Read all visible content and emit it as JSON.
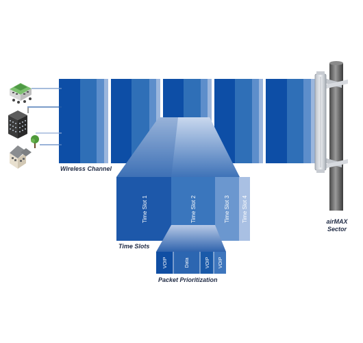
{
  "labels": {
    "wireless_channel": "Wireless Channel",
    "time_slots": "Time Slots",
    "packet_prioritization": "Packet Prioritization",
    "sector_line1": "airMAX",
    "sector_line2": "Sector"
  },
  "time_slots": [
    "Time Slot 1",
    "Time Slot 2",
    "Time Slot 3",
    "Time Slot 4"
  ],
  "packets": [
    "VOIP",
    "Data",
    "VOIP",
    "VOIP"
  ],
  "colors": {
    "deep_blue": "#0d4ea6",
    "mid_blue": "#2f6fb7",
    "light_blue": "#5d8ecb",
    "pale_blue": "#9bb6dd",
    "pole_gray": "#6b6b6b"
  },
  "icons": [
    "office-building-icon",
    "skyscraper-icon",
    "house-icon",
    "tree-icon",
    "sector-antenna-icon"
  ]
}
